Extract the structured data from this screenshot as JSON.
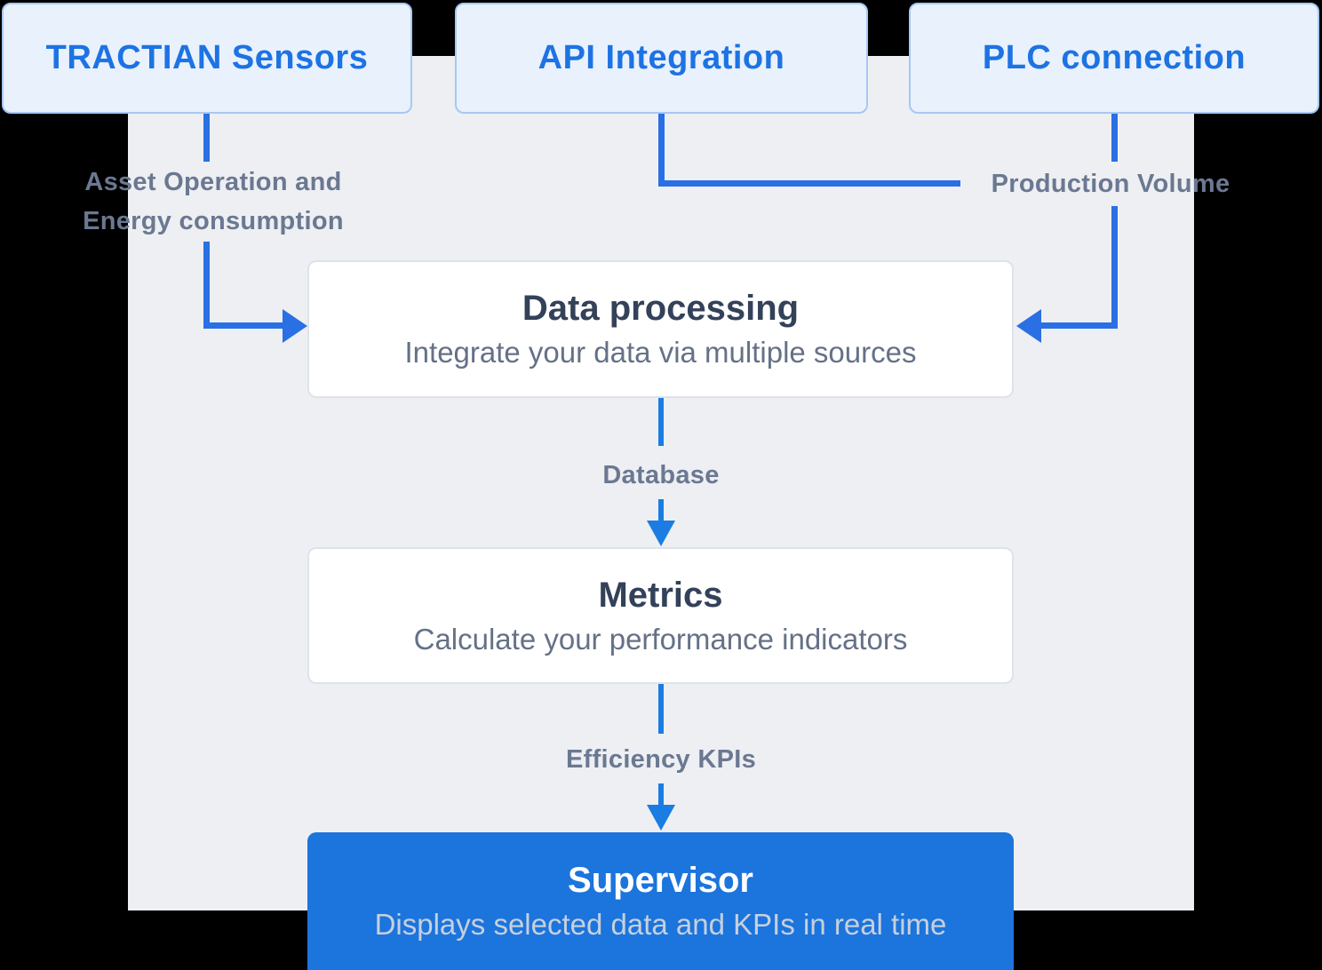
{
  "sources": [
    {
      "label": "TRACTIAN Sensors"
    },
    {
      "label": "API Integration"
    },
    {
      "label": "PLC connection"
    }
  ],
  "edge_labels": {
    "asset_line1": "Asset Operation and",
    "asset_line2": "Energy consumption",
    "production_volume": "Production Volume",
    "database": "Database",
    "efficiency_kpis": "Efficiency KPIs"
  },
  "nodes": {
    "data_processing": {
      "title": "Data processing",
      "subtitle": "Integrate your data via multiple sources"
    },
    "metrics": {
      "title": "Metrics",
      "subtitle": "Calculate your performance indicators"
    },
    "supervisor": {
      "title": "Supervisor",
      "subtitle": "Displays selected data and KPIs in real time"
    }
  },
  "colors": {
    "accent_blue": "#1d73e3",
    "connector_blue": "#2a6fe4",
    "arrow_azure": "#1b7de2",
    "source_box_fill": "#e9f1fd",
    "source_box_border": "#a6c8f3",
    "panel_background": "#edeff3",
    "node_title": "#334159",
    "node_subtitle": "#657187",
    "edge_label": "#6b7891",
    "supervisor_fill": "#1c74dd",
    "supervisor_subtitle": "#c6d0dd"
  }
}
